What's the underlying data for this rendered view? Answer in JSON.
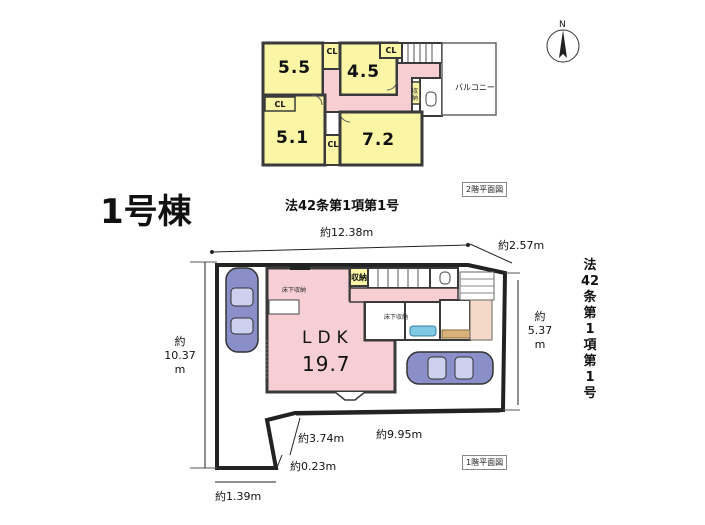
{
  "building_title": "1号棟",
  "road_top": "法42条第1項第1号",
  "road_right": "法42条第1項第1号",
  "floor2": {
    "tag": "2階平面図",
    "rooms": [
      "5.5",
      "4.5",
      "5.1",
      "7.2"
    ],
    "closet": "CL",
    "balcony": "バルコニー",
    "storage": "収納"
  },
  "floor1": {
    "tag": "1階平面図",
    "ldk_label": "LDK",
    "ldk_size": "19.7",
    "storage": "収納",
    "small_storage1": "床下収納",
    "small_storage2": "床下収納"
  },
  "dimensions": {
    "top_width": "約12.38m",
    "top_right": "約2.57m",
    "left_height": [
      "約",
      "10.37",
      "m"
    ],
    "right_height": [
      "約",
      "5.37",
      "m"
    ],
    "bottom_width": "約9.95m",
    "bottom_diag": "約3.74m",
    "bottom_gap": "約0.23m",
    "bottom_left": "約1.39m"
  },
  "compass": "N",
  "colors": {
    "room_yellow": "#faf6a6",
    "hall_pink": "#f7cfd3",
    "wall": "#3a3a3a",
    "ldk_pink": "#f6cfd4"
  }
}
